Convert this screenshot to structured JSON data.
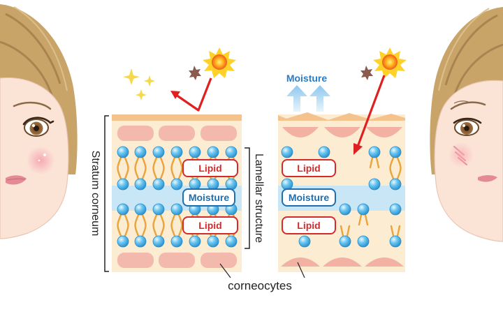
{
  "labels": {
    "left_vertical": "Stratum corneum",
    "middle_vertical": "Lamellar structure",
    "bottom": "corneocytes",
    "moisture_escape": "Moisture"
  },
  "healthy_panel": {
    "lipid_top": "Lipid",
    "moisture": "Moisture",
    "lipid_bottom": "Lipid"
  },
  "damaged_panel": {
    "lipid_top": "Lipid",
    "moisture": "Moisture",
    "lipid_bottom": "Lipid"
  },
  "colors": {
    "lipid_red": "#d42a2a",
    "moisture_blue": "#1f6fb0",
    "water_band": "#c9e6f6",
    "panel_bg": "#fbecd2",
    "corneocyte_pink": "#f3b9ad",
    "sphere_blue": "#4ab3e6",
    "lipid_tail": "#e9a43b",
    "arrow_red": "#e02020",
    "skin": "#fbe3d6"
  }
}
